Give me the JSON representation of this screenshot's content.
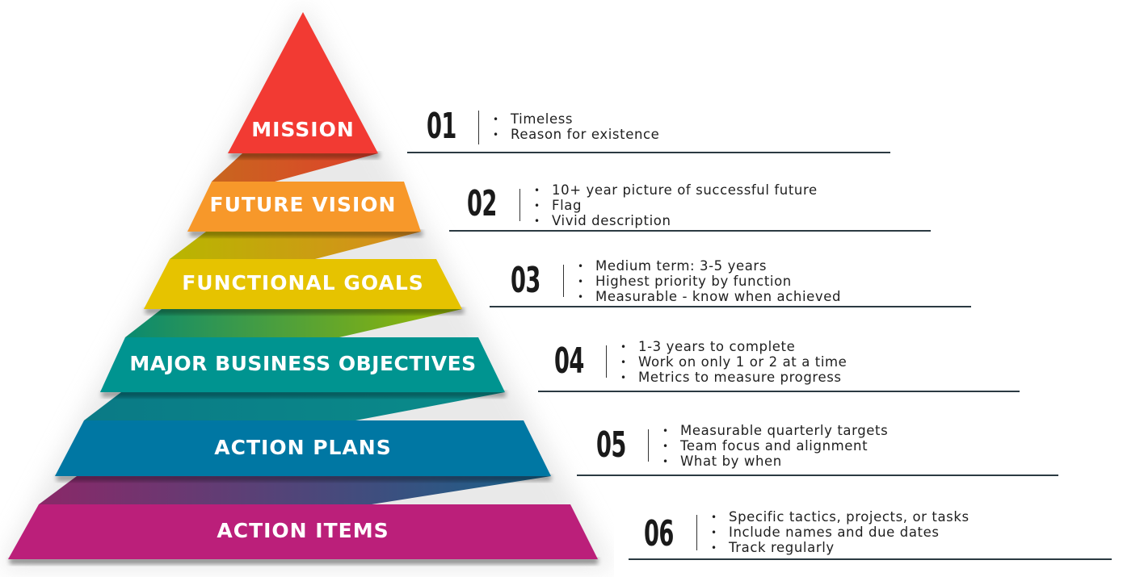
{
  "diagram": {
    "type": "pyramid",
    "tiers": [
      {
        "number": "01",
        "label": "MISSION",
        "color": "#f23a33",
        "points": [
          "Timeless",
          "Reason for existence"
        ]
      },
      {
        "number": "02",
        "label": "FUTURE VISION",
        "color": "#f7982a",
        "points": [
          "10+ year picture of successful future",
          "Flag",
          "Vivid description"
        ]
      },
      {
        "number": "03",
        "label": "FUNCTIONAL GOALS",
        "color": "#e6c300",
        "points": [
          "Medium term: 3-5 years",
          "Highest priority by function",
          "Measurable - know when achieved"
        ]
      },
      {
        "number": "04",
        "label": "MAJOR BUSINESS OBJECTIVES",
        "color": "#009490",
        "points": [
          "1-3 years to complete",
          "Work on only 1 or 2 at a time",
          "Metrics to measure progress"
        ]
      },
      {
        "number": "05",
        "label": "ACTION PLANS",
        "color": "#0077a3",
        "points": [
          "Measurable quarterly targets",
          "Team focus and alignment",
          "What by when"
        ]
      },
      {
        "number": "06",
        "label": "ACTION ITEMS",
        "color": "#bb1f7a",
        "points": [
          "Specific tactics, projects, or tasks",
          "Include names and due dates",
          "Track regularly"
        ]
      }
    ],
    "bullet_glyph": "•",
    "text_color": "#1f1f1f",
    "rule_color": "#2b3a42"
  }
}
